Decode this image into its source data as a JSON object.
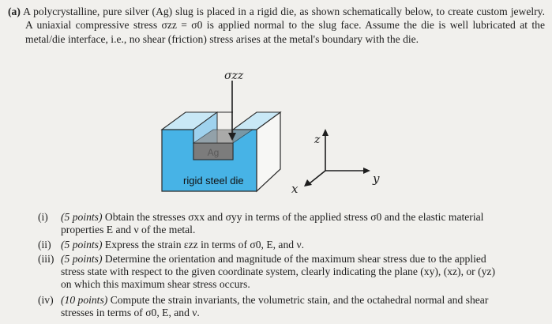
{
  "intro": {
    "part_label": "(a)",
    "text": "A polycrystalline, pure silver (Ag) slug is placed in a rigid die, as shown schematically below, to create custom jewelry. A uniaxial compressive stress σzz = σ0 is applied normal to the slug face. Assume the die is well lubricated at the metal/die interface, i.e., no shear (friction) stress arises at the metal's boundary with the die."
  },
  "figure": {
    "stress_label": "σzz",
    "slug_label": "Ag",
    "die_label": "rigid steel die",
    "axis_z": "z",
    "axis_y": "y",
    "axis_x": "x",
    "colors": {
      "die_front": "#47b3e6",
      "die_top": "#c9e8f6",
      "die_side": "#f7f7f5",
      "slug": "#7c7c7c"
    }
  },
  "questions": [
    {
      "num": "(i)",
      "points": "(5 points)",
      "text": "Obtain the stresses σxx and σyy in terms of the applied stress σ0 and the elastic material",
      "cont": "properties E and ν of the metal."
    },
    {
      "num": "(ii)",
      "points": "(5 points)",
      "text": "Express the strain εzz in terms of σ0, E, and ν.",
      "cont": ""
    },
    {
      "num": "(iii)",
      "points": "(5 points)",
      "text": "Determine the orientation and magnitude of the maximum shear stress due to the applied",
      "cont": "stress state with respect to the given coordinate system, clearly indicating the plane (xy), (xz), or (yz)",
      "cont2": "on which this maximum shear stress occurs."
    },
    {
      "num": "(iv)",
      "points": "(10 points)",
      "text": "Compute the strain invariants, the volumetric stain, and the octahedral normal and shear",
      "cont": "stresses in terms of σ0, E, and ν."
    }
  ]
}
